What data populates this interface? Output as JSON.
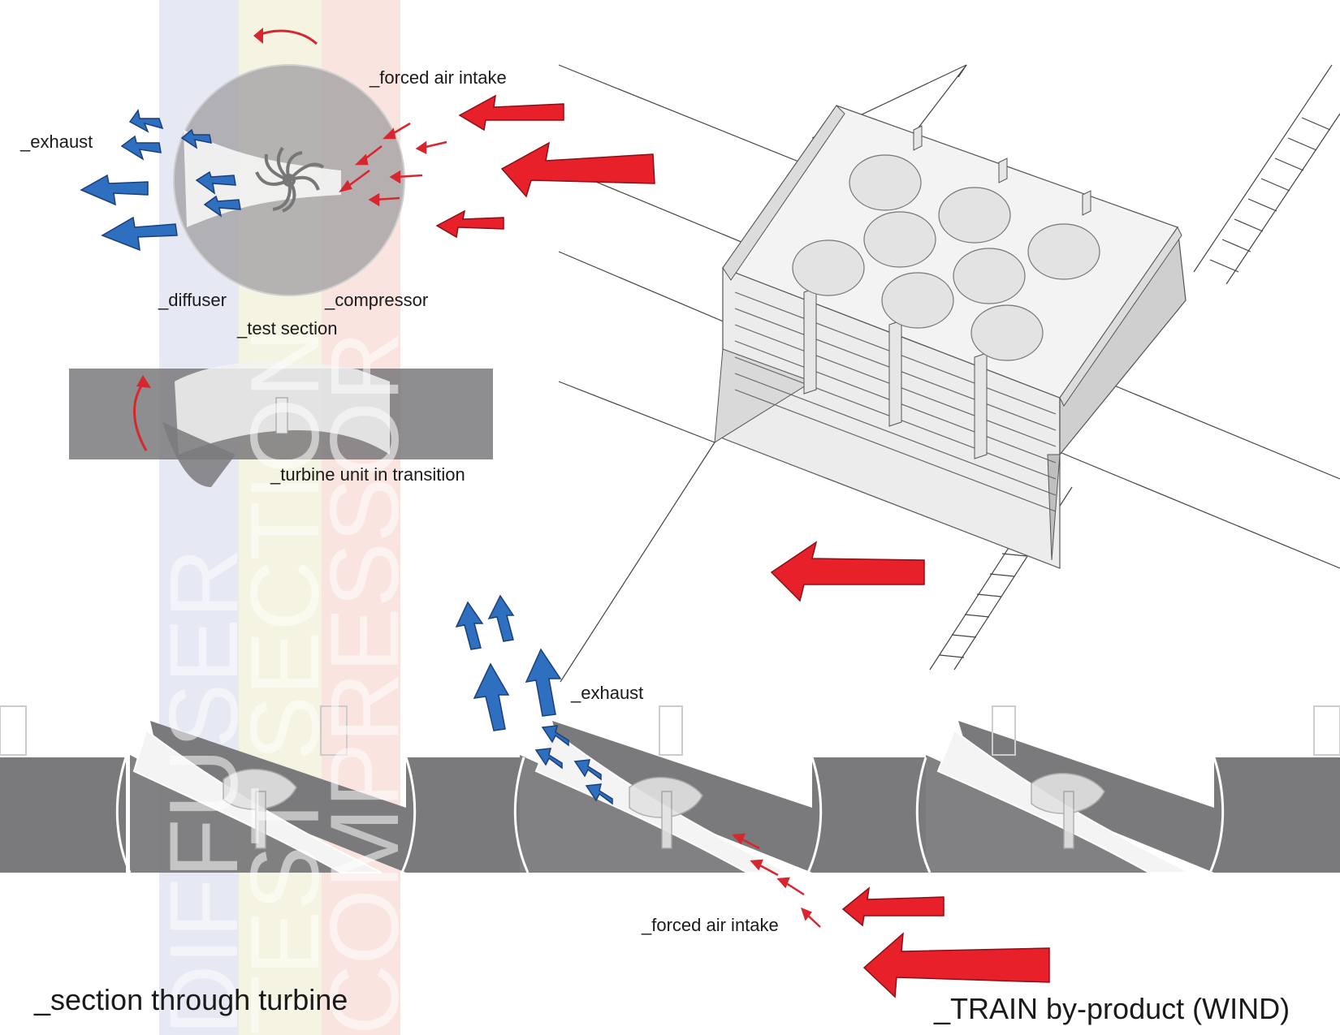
{
  "labels": {
    "forced_air_intake_top": "_forced air intake",
    "exhaust_top": "_exhaust",
    "diffuser": "_diffuser",
    "compressor": "_compressor",
    "test_section": "_test section",
    "turbine_unit_in_transition": "_turbine unit in transition",
    "exhaust_bottom": "_exhaust",
    "forced_air_intake_bottom": "_forced air intake",
    "section_title": "_section through turbine",
    "train_title": "_TRAIN by-product (WIND)"
  },
  "watermark": {
    "diffuser": "DIFFUSER",
    "test_section": "TEST SECTION",
    "compressor": "COMPRESSOR"
  },
  "colors": {
    "intake_arrow": "#e8202a",
    "exhaust_arrow": "#2f6fc0",
    "wall": "#7a797b",
    "band_diffuser": "#e6e8f3",
    "band_test": "#f5f4e2",
    "band_compressor": "#f9e4df"
  }
}
